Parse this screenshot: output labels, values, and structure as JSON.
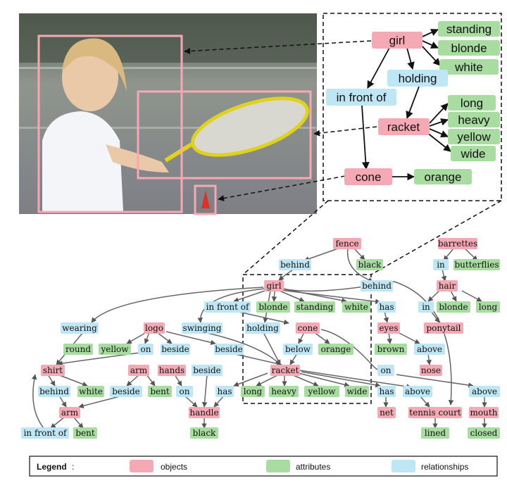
{
  "legend": {
    "title": "Legend",
    "objects": "objects",
    "attributes": "attributes",
    "relationships": "relationships"
  },
  "colors": {
    "object": "#f4a9b4",
    "attribute": "#a8dca1",
    "relationship": "#bfe6f5",
    "box": "#f4a9b4"
  },
  "top_graph": {
    "girl": "girl",
    "standing": "standing",
    "blonde": "blonde",
    "white": "white",
    "holding": "holding",
    "in_front_of": "in front of",
    "racket": "racket",
    "long": "long",
    "heavy": "heavy",
    "yellow": "yellow",
    "wide": "wide",
    "cone": "cone",
    "orange": "orange"
  },
  "bottom_graph": {
    "fence": "fence",
    "barrettes": "barrettes",
    "behind_1": "behind",
    "black_1": "black",
    "in_1": "in",
    "butterflies": "butterflies",
    "girl": "girl",
    "behind_2": "behind",
    "hair": "hair",
    "in_front_of_1": "in front of",
    "blonde_1": "blonde",
    "standing": "standing",
    "white_1": "white",
    "has_1": "has",
    "in_2": "in",
    "blonde_2": "blonde",
    "long_1": "long",
    "ponytail": "ponytail",
    "wearing": "wearing",
    "logo": "logo",
    "swinging": "swinging",
    "holding": "holding",
    "cone": "cone",
    "eyes": "eyes",
    "round": "round",
    "yellow_1": "yellow",
    "on_1": "on",
    "beside_1": "beside",
    "beside_2": "beside",
    "below": "below",
    "orange": "orange",
    "brown": "brown",
    "above_1": "above",
    "shirt": "shirt",
    "arm_1": "arm",
    "hands": "hands",
    "beside_3": "beside",
    "racket": "racket",
    "on_2": "on",
    "nose": "nose",
    "behind_3": "behind",
    "white_2": "white",
    "beside_4": "beside",
    "bent_1": "bent",
    "on_3": "on",
    "has_2": "has",
    "long_2": "long",
    "heavy": "heavy",
    "yellow_2": "yellow",
    "wide": "wide",
    "has_3": "has",
    "above_2": "above",
    "above_3": "above",
    "arm_2": "arm",
    "handle": "handle",
    "net": "net",
    "tennis_court": "tennis court",
    "mouth": "mouth",
    "in_front_of_2": "in front of",
    "bent_2": "bent",
    "black_2": "black",
    "lined": "lined",
    "closed": "closed"
  }
}
